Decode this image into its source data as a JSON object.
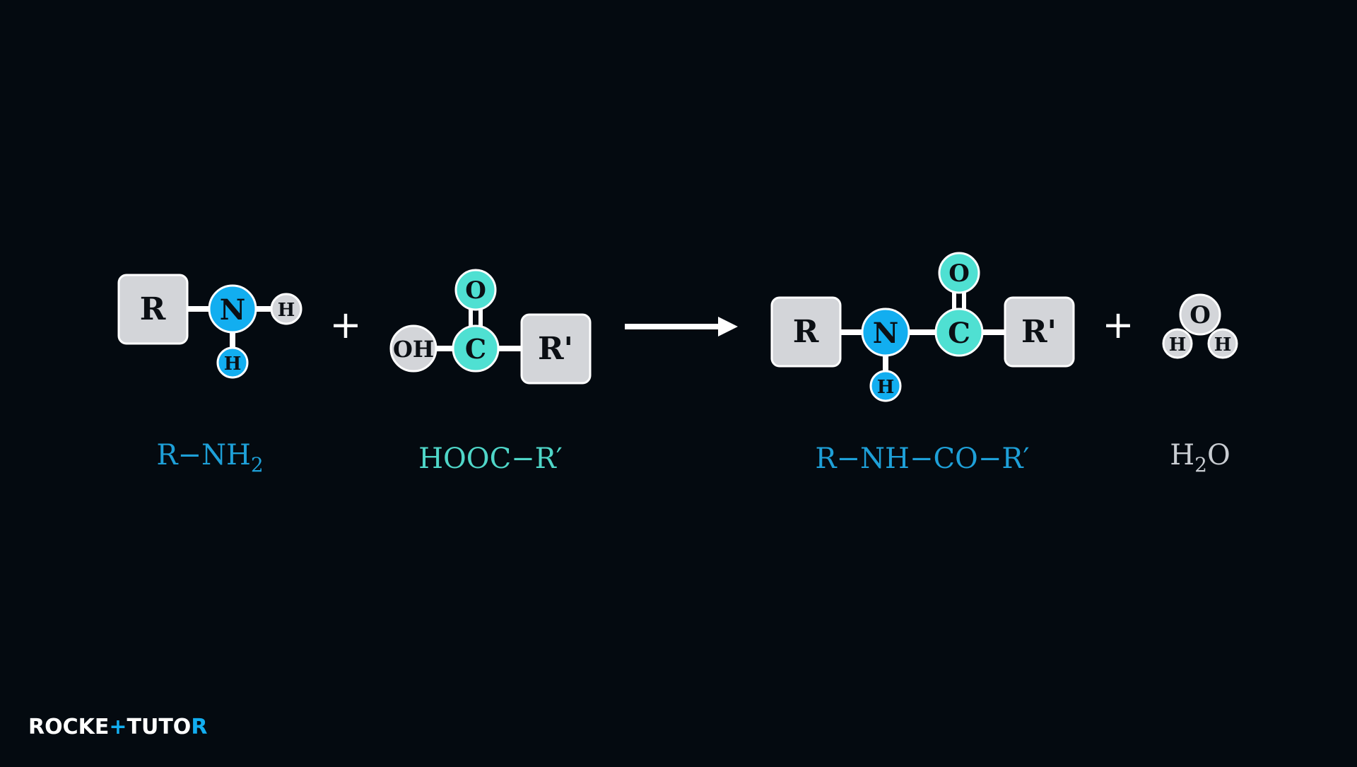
{
  "colors": {
    "background": "#040a10",
    "grey_node": "#d3d5d9",
    "blue_node": "#12aef0",
    "teal_node": "#4fe0d2",
    "bond": "#ffffff",
    "formula_blue": "#1ea0d8",
    "formula_teal": "#4fd6c8",
    "formula_grey": "#c9cdd2",
    "logo_accent": "#12aef0"
  },
  "reactant_amine": {
    "r_label": "R",
    "n_label": "N",
    "h_right_label": "H",
    "h_bottom_label": "H",
    "formula": {
      "main": "R−NH",
      "sub": "2"
    }
  },
  "plus_1": "+",
  "reactant_acid": {
    "oh_label": "OH",
    "c_label": "C",
    "o_label": "O",
    "r_label": "R'",
    "formula": "HOOC−R′"
  },
  "reaction_arrow": "arrow-right-icon",
  "product_amide": {
    "r_label": "R",
    "n_label": "N",
    "h_label": "H",
    "c_label": "C",
    "o_label": "O",
    "r2_label": "R'",
    "formula": "R−NH−CO−R′"
  },
  "plus_2": "+",
  "product_water": {
    "o_label": "O",
    "h_left_label": "H",
    "h_right_label": "H",
    "formula": {
      "pre": "H",
      "sub": "2",
      "post": "O"
    }
  },
  "logo": {
    "part1": "ROCKE",
    "plus": "+",
    "part2": "TUTO",
    "part3": "R"
  }
}
